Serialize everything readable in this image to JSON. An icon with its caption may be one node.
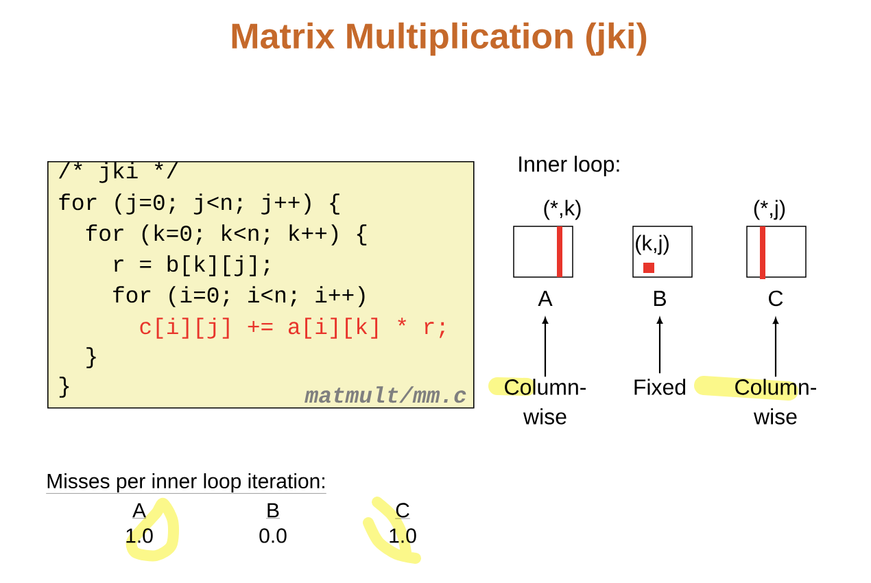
{
  "diagram": {
    "title": "Matrix Multiplication (jki)",
    "nodes": [
      {
        "text": [
          "/* jki */",
          "for (j=0; j<n; j++) {",
          "for (k=0; k<n; k++) {",
          "r = b[k][j];",
          "for (i=0; i<n; i++)",
          "c[i][j] += a[i][k] * r;",
          "}",
          "}",
          "matmult/mm.c"
        ]
      },
      {
        "text": [
          "(*,k)"
        ]
      },
      {
        "text": [
          "(k,j)"
        ]
      },
      {
        "text": [
          "(*,j)"
        ]
      },
      {
        "text": [
          "A"
        ]
      },
      {
        "text": [
          "B"
        ]
      },
      {
        "text": [
          "C"
        ]
      },
      {
        "text": [
          "Column- wise"
        ]
      },
      {
        "text": [
          "Fixed"
        ]
      },
      {
        "text": [
          "Column- wise"
        ]
      }
    ],
    "edges": [
      {
        "from": 7,
        "to": 4,
        "arrow": "to"
      },
      {
        "from": 8,
        "to": 5,
        "arrow": "to"
      },
      {
        "from": 9,
        "to": 6,
        "arrow": "to"
      }
    ],
    "labels": [
      "Inner loop:",
      "Misses per inner loop iteration:",
      "A",
      "B",
      "C",
      "1.0",
      "0.0",
      "1.0"
    ]
  }
}
